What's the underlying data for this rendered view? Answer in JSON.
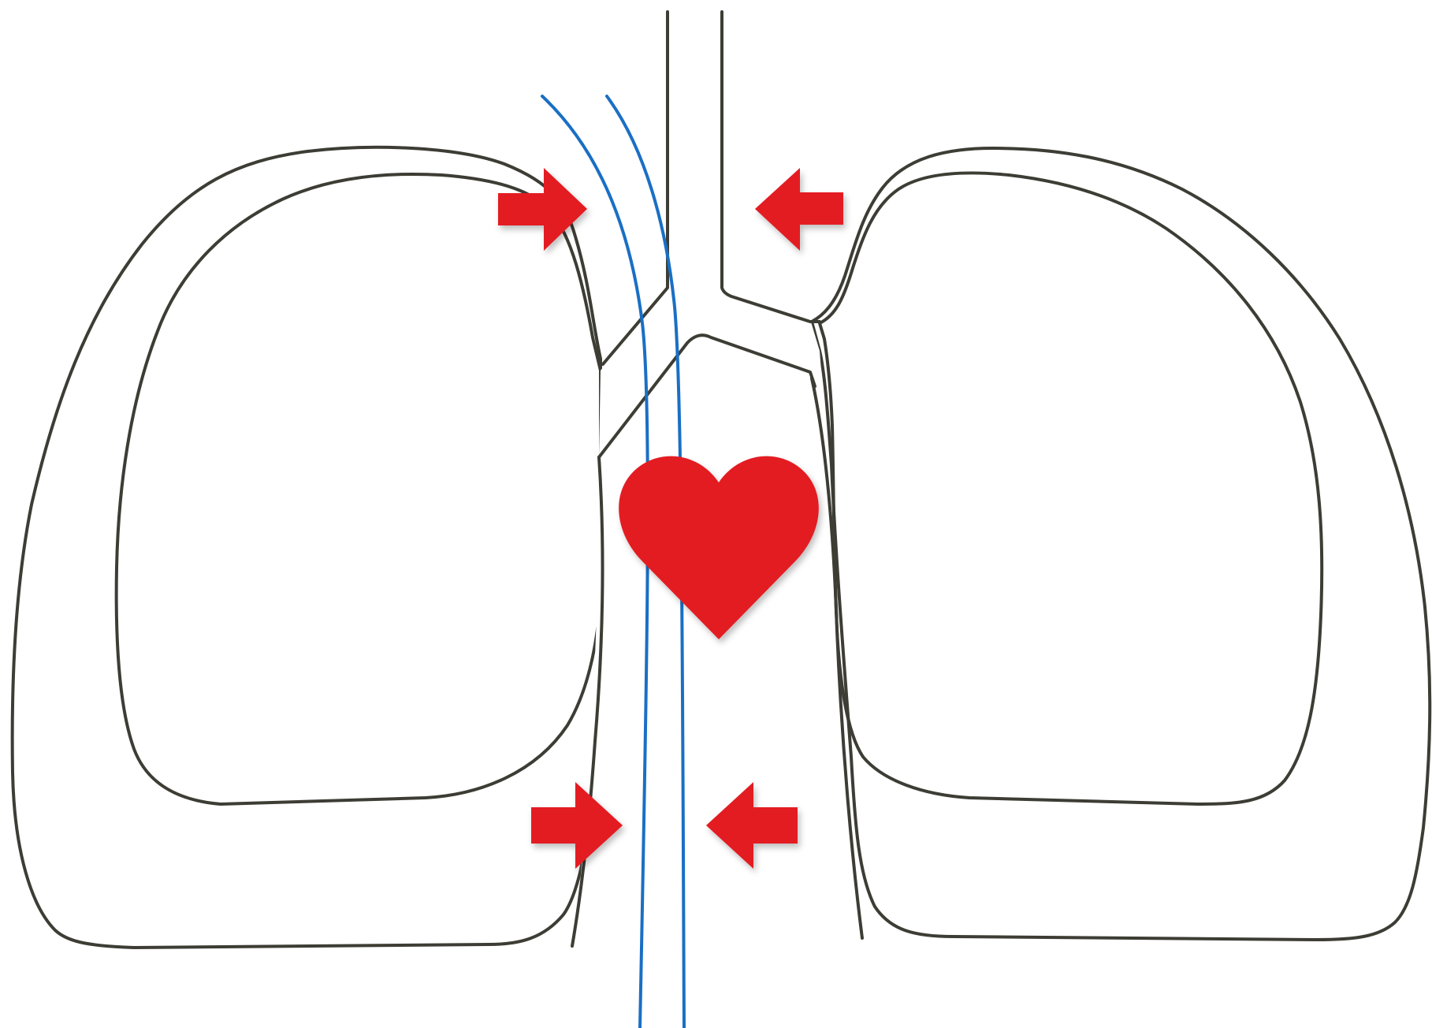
{
  "diagram": {
    "colors": {
      "background": "#ffffff",
      "outline": "#3d3d35",
      "vessel": "#1a6fc4",
      "arrow": "#e31b23",
      "heart": "#e31b23"
    },
    "parts": [
      "left-lung",
      "right-lung",
      "trachea",
      "mediastinum",
      "blood-vessel-left",
      "blood-vessel-right",
      "heart"
    ],
    "arrows": [
      {
        "name": "arrow-upper-left",
        "direction": "right"
      },
      {
        "name": "arrow-upper-right",
        "direction": "left"
      },
      {
        "name": "arrow-lower-left",
        "direction": "right"
      },
      {
        "name": "arrow-lower-right",
        "direction": "left"
      }
    ]
  }
}
